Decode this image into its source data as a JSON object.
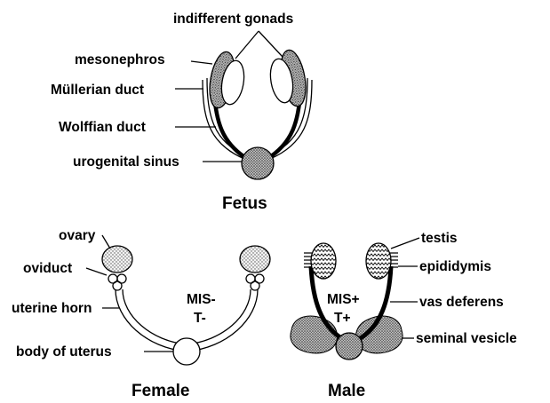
{
  "fetus": {
    "title": "Fetus",
    "labels": {
      "indifferent_gonads": "indifferent gonads",
      "mesonephros": "mesonephros",
      "mullerian_duct": "Müllerian duct",
      "wolffian_duct": "Wolffian duct",
      "urogenital_sinus": "urogenital sinus"
    }
  },
  "female": {
    "title": "Female",
    "hormones": [
      "MIS-",
      "T-"
    ],
    "labels": {
      "ovary": "ovary",
      "oviduct": "oviduct",
      "uterine_horn": "uterine horn",
      "body_of_uterus": "body of uterus"
    }
  },
  "male": {
    "title": "Male",
    "hormones": [
      "MIS+",
      "T+"
    ],
    "labels": {
      "testis": "testis",
      "epididymis": "epididymis",
      "vas_deferens": "vas deferens",
      "seminal_vesicle": "seminal vesicle"
    }
  }
}
